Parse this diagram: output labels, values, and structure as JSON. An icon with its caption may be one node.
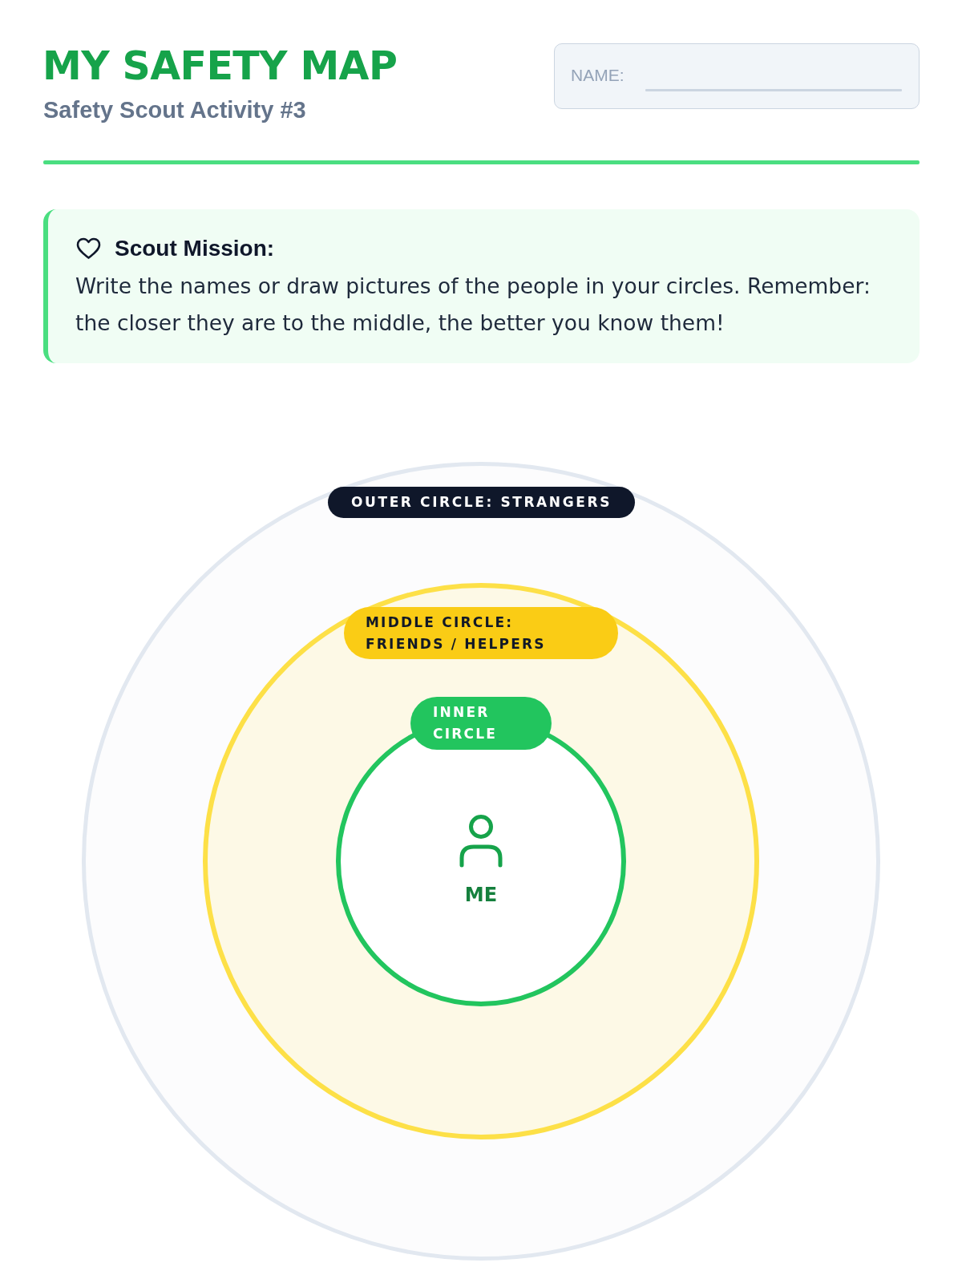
{
  "diagram": {
    "title": "MY SAFETY MAP",
    "nodes": [
      {
        "text": [
          "NAME:"
        ]
      },
      {
        "text": [
          "Scout Mission:",
          "Write the names or draw pictures of the people in your circles. Remember: the closer they are to the middle, the better you know them!"
        ]
      },
      {
        "text": [
          "OUTER CIRCLE: STRANGERS"
        ]
      },
      {
        "text": [
          "MIDDLE CIRCLE: FRIENDS / HELPERS"
        ],
        "in": 2
      },
      {
        "text": [
          "INNER CIRCLE",
          "ME"
        ],
        "in": 3
      }
    ],
    "labels": [
      "Safety Scout Activity #3"
    ]
  }
}
